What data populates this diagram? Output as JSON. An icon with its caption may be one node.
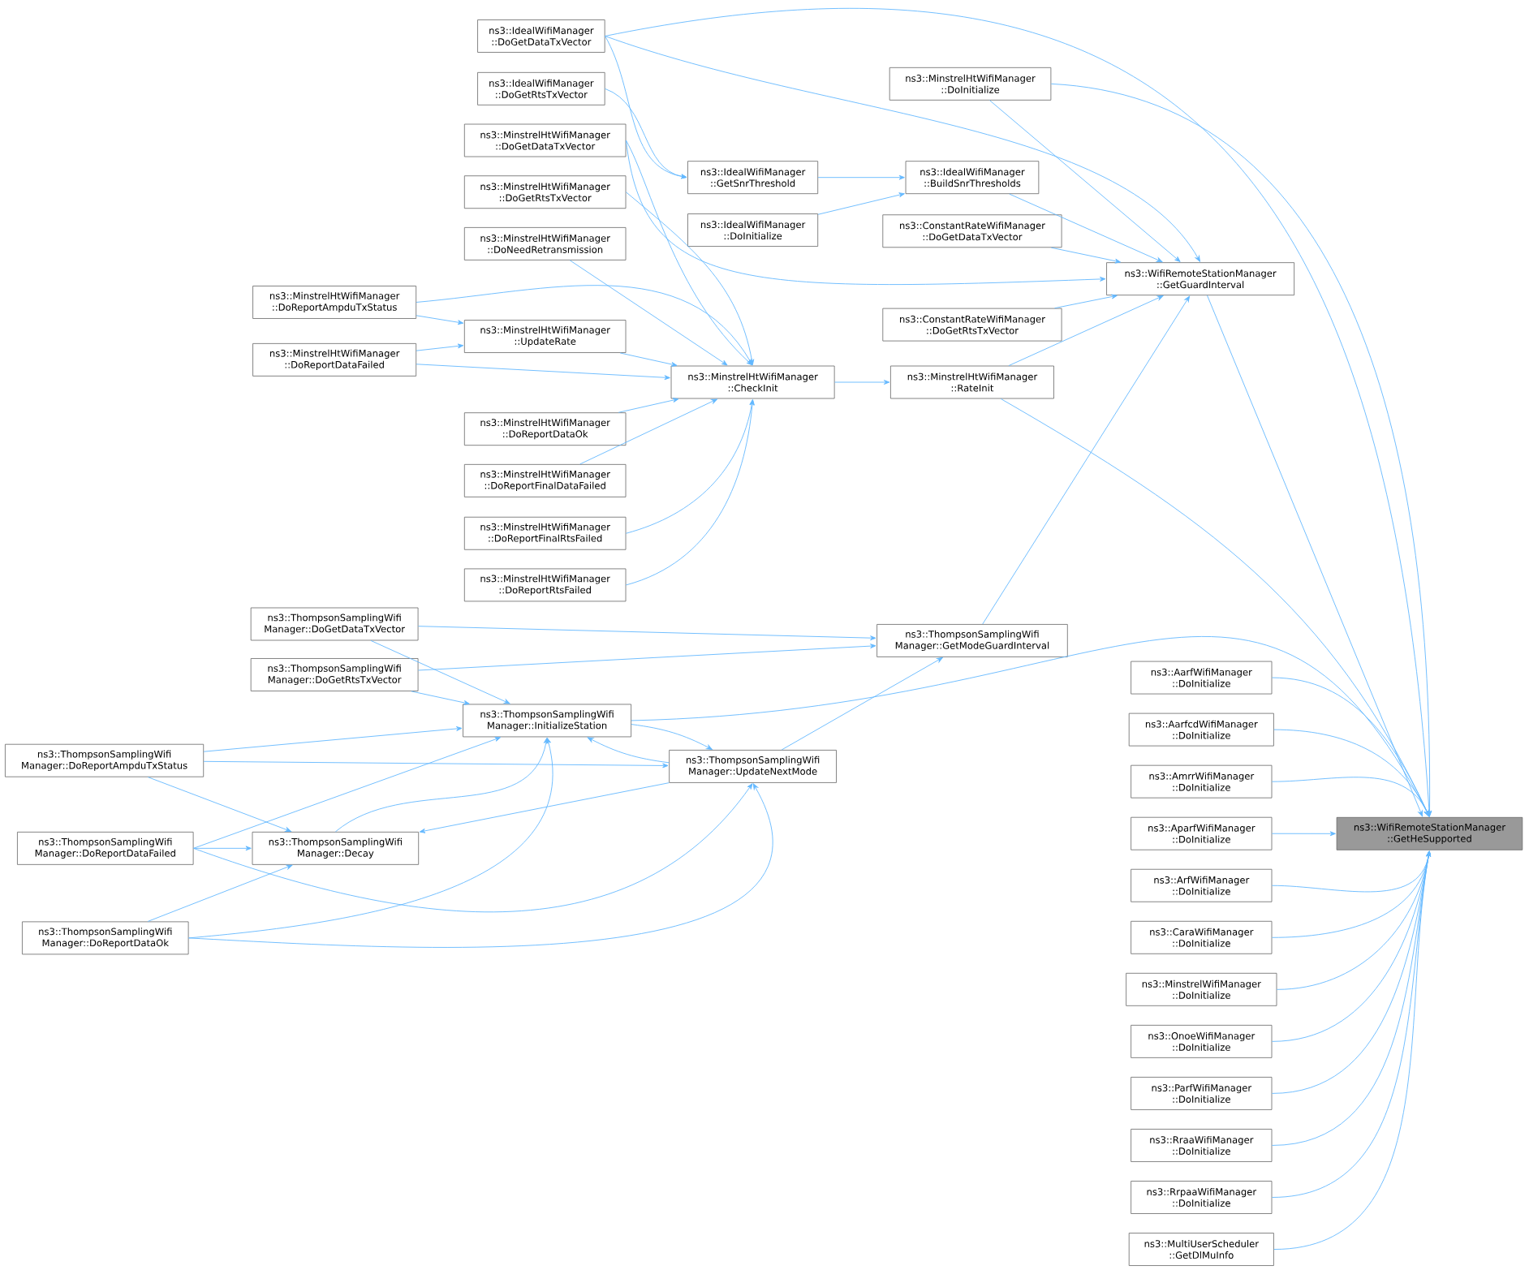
{
  "diagram": {
    "nodes": [
      {
        "text": [
          "ns3::WifiRemoteStationManager ::GetHeSupported"
        ]
      },
      {
        "text": [
          "ns3::WifiRemoteStationManager ::GetGuardInterval"
        ]
      },
      {
        "text": [
          "ns3::IdealWifiManager ::DoGetDataTxVector"
        ]
      },
      {
        "text": [
          "ns3::MinstrelHtWifiManager ::DoInitialize"
        ]
      },
      {
        "text": [
          "ns3::IdealWifiManager ::DoGetRtsTxVector"
        ]
      },
      {
        "text": [
          "ns3::MinstrelHtWifiManager ::DoGetDataTxVector"
        ]
      },
      {
        "text": [
          "ns3::IdealWifiManager ::GetSnrThreshold"
        ]
      },
      {
        "text": [
          "ns3::IdealWifiManager ::BuildSnrThresholds"
        ]
      },
      {
        "text": [
          "ns3::MinstrelHtWifiManager ::DoGetRtsTxVector"
        ]
      },
      {
        "text": [
          "ns3::IdealWifiManager ::DoInitialize"
        ]
      },
      {
        "text": [
          "ns3::ConstantRateWifiManager ::DoGetDataTxVector"
        ]
      },
      {
        "text": [
          "ns3::MinstrelHtWifiManager ::DoNeedRetransmission"
        ]
      },
      {
        "text": [
          "ns3::MinstrelHtWifiManager ::DoReportAmpduTxStatus"
        ]
      },
      {
        "text": [
          "ns3::MinstrelHtWifiManager ::UpdateRate"
        ]
      },
      {
        "text": [
          "ns3::ConstantRateWifiManager ::DoGetRtsTxVector"
        ]
      },
      {
        "text": [
          "ns3::MinstrelHtWifiManager ::DoReportDataFailed"
        ]
      },
      {
        "text": [
          "ns3::MinstrelHtWifiManager ::CheckInit"
        ]
      },
      {
        "text": [
          "ns3::MinstrelHtWifiManager ::RateInit"
        ]
      },
      {
        "text": [
          "ns3::MinstrelHtWifiManager ::DoReportDataOk"
        ]
      },
      {
        "text": [
          "ns3::MinstrelHtWifiManager ::DoReportFinalDataFailed"
        ]
      },
      {
        "text": [
          "ns3::MinstrelHtWifiManager ::DoReportFinalRtsFailed"
        ]
      },
      {
        "text": [
          "ns3::MinstrelHtWifiManager ::DoReportRtsFailed"
        ]
      },
      {
        "text": [
          "ns3::ThompsonSamplingWifi Manager::DoGetDataTxVector"
        ]
      },
      {
        "text": [
          "ns3::ThompsonSamplingWifi Manager::GetModeGuardInterval"
        ]
      },
      {
        "text": [
          "ns3::ThompsonSamplingWifi Manager::DoGetRtsTxVector"
        ]
      },
      {
        "text": [
          "ns3::ThompsonSamplingWifi Manager::InitializeStation"
        ]
      },
      {
        "text": [
          "ns3::ThompsonSamplingWifi Manager::DoReportAmpduTxStatus"
        ]
      },
      {
        "text": [
          "ns3::ThompsonSamplingWifi Manager::UpdateNextMode"
        ]
      },
      {
        "text": [
          "ns3::AarfWifiManager ::DoInitialize"
        ]
      },
      {
        "text": [
          "ns3::AarfcdWifiManager ::DoInitialize"
        ]
      },
      {
        "text": [
          "ns3::AmrrWifiManager ::DoInitialize"
        ]
      },
      {
        "text": [
          "ns3::AparfWifiManager ::DoInitialize"
        ]
      },
      {
        "text": [
          "ns3::ArfWifiManager ::DoInitialize"
        ]
      },
      {
        "text": [
          "ns3::CaraWifiManager ::DoInitialize"
        ]
      },
      {
        "text": [
          "ns3::MinstrelWifiManager ::DoInitialize"
        ]
      },
      {
        "text": [
          "ns3::OnoeWifiManager ::DoInitialize"
        ]
      },
      {
        "text": [
          "ns3::ParfWifiManager ::DoInitialize"
        ]
      },
      {
        "text": [
          "ns3::RraaWifiManager ::DoInitialize"
        ]
      },
      {
        "text": [
          "ns3::RrpaaWifiManager ::DoInitialize"
        ]
      },
      {
        "text": [
          "ns3::MultiUserScheduler ::GetDlMuInfo"
        ]
      },
      {
        "text": [
          "ns3::ThompsonSamplingWifi Manager::DoReportDataFailed"
        ]
      },
      {
        "text": [
          "ns3::ThompsonSamplingWifi Manager::Decay"
        ]
      },
      {
        "text": [
          "ns3::ThompsonSamplingWifi Manager::DoReportDataOk"
        ]
      }
    ],
    "edges": [
      {
        "from": 2,
        "to": 0,
        "arrow": "to"
      },
      {
        "from": 3,
        "to": 0,
        "arrow": "to"
      },
      {
        "from": 1,
        "to": 0,
        "arrow": "to"
      },
      {
        "from": 17,
        "to": 0,
        "arrow": "to"
      },
      {
        "from": 25,
        "to": 0,
        "arrow": "to"
      },
      {
        "from": 28,
        "to": 0,
        "arrow": "to"
      },
      {
        "from": 29,
        "to": 0,
        "arrow": "to"
      },
      {
        "from": 30,
        "to": 0,
        "arrow": "to"
      },
      {
        "from": 31,
        "to": 0,
        "arrow": "to"
      },
      {
        "from": 32,
        "to": 0,
        "arrow": "to"
      },
      {
        "from": 33,
        "to": 0,
        "arrow": "to"
      },
      {
        "from": 34,
        "to": 0,
        "arrow": "to"
      },
      {
        "from": 35,
        "to": 0,
        "arrow": "to"
      },
      {
        "from": 36,
        "to": 0,
        "arrow": "to"
      },
      {
        "from": 37,
        "to": 0,
        "arrow": "to"
      },
      {
        "from": 38,
        "to": 0,
        "arrow": "to"
      },
      {
        "from": 39,
        "to": 0,
        "arrow": "to"
      },
      {
        "from": 2,
        "to": 1,
        "arrow": "to"
      },
      {
        "from": 3,
        "to": 1,
        "arrow": "to"
      },
      {
        "from": 7,
        "to": 1,
        "arrow": "to"
      },
      {
        "from": 10,
        "to": 1,
        "arrow": "to"
      },
      {
        "from": 5,
        "to": 1,
        "arrow": "to"
      },
      {
        "from": 14,
        "to": 1,
        "arrow": "to"
      },
      {
        "from": 17,
        "to": 1,
        "arrow": "to"
      },
      {
        "from": 23,
        "to": 1,
        "arrow": "to"
      },
      {
        "from": 2,
        "to": 6,
        "arrow": "to"
      },
      {
        "from": 4,
        "to": 6,
        "arrow": "to"
      },
      {
        "from": 6,
        "to": 7,
        "arrow": "to"
      },
      {
        "from": 9,
        "to": 7,
        "arrow": "to"
      },
      {
        "from": 5,
        "to": 16,
        "arrow": "to"
      },
      {
        "from": 8,
        "to": 16,
        "arrow": "to"
      },
      {
        "from": 11,
        "to": 16,
        "arrow": "to"
      },
      {
        "from": 12,
        "to": 16,
        "arrow": "to"
      },
      {
        "from": 13,
        "to": 16,
        "arrow": "to"
      },
      {
        "from": 15,
        "to": 16,
        "arrow": "to"
      },
      {
        "from": 18,
        "to": 16,
        "arrow": "to"
      },
      {
        "from": 19,
        "to": 16,
        "arrow": "to"
      },
      {
        "from": 20,
        "to": 16,
        "arrow": "to"
      },
      {
        "from": 21,
        "to": 16,
        "arrow": "to"
      },
      {
        "from": 12,
        "to": 13,
        "arrow": "to"
      },
      {
        "from": 15,
        "to": 13,
        "arrow": "to"
      },
      {
        "from": 16,
        "to": 17,
        "arrow": "to"
      },
      {
        "from": 22,
        "to": 23,
        "arrow": "to"
      },
      {
        "from": 24,
        "to": 23,
        "arrow": "to"
      },
      {
        "from": 27,
        "to": 23,
        "arrow": "to"
      },
      {
        "from": 22,
        "to": 25,
        "arrow": "to"
      },
      {
        "from": 24,
        "to": 25,
        "arrow": "to"
      },
      {
        "from": 26,
        "to": 25,
        "arrow": "to"
      },
      {
        "from": 40,
        "to": 25,
        "arrow": "to"
      },
      {
        "from": 41,
        "to": 25,
        "arrow": "to"
      },
      {
        "from": 42,
        "to": 25,
        "arrow": "to"
      },
      {
        "from": 27,
        "to": 25,
        "arrow": "to"
      },
      {
        "from": 25,
        "to": 27,
        "arrow": "to"
      },
      {
        "from": 26,
        "to": 27,
        "arrow": "to"
      },
      {
        "from": 40,
        "to": 27,
        "arrow": "to"
      },
      {
        "from": 42,
        "to": 27,
        "arrow": "to"
      },
      {
        "from": 26,
        "to": 41,
        "arrow": "to"
      },
      {
        "from": 40,
        "to": 41,
        "arrow": "to"
      },
      {
        "from": 42,
        "to": 41,
        "arrow": "to"
      },
      {
        "from": 27,
        "to": 41,
        "arrow": "to"
      }
    ]
  }
}
